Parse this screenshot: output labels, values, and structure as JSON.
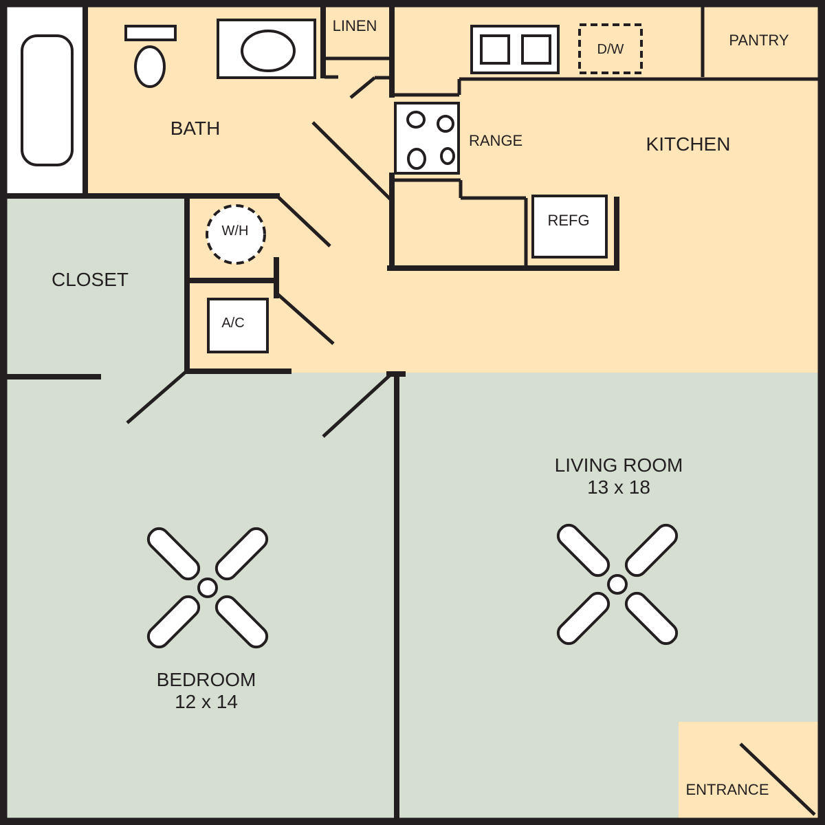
{
  "plan": {
    "colors": {
      "tan": "#FFE5B8",
      "green": "#D6DED1",
      "wall": "#231F20"
    },
    "rooms": {
      "bath": "BATH",
      "linen": "LINEN",
      "pantry": "PANTRY",
      "kitchen": "KITCHEN",
      "closet": "CLOSET",
      "living": {
        "name": "LIVING ROOM",
        "size": "13 x 18"
      },
      "bedroom": {
        "name": "BEDROOM",
        "size": "12 x 14"
      },
      "entrance": "ENTRANCE"
    },
    "fixtures": {
      "dishwasher": "D/W",
      "range": "RANGE",
      "refrigerator": "REFG",
      "water_heater": "W/H",
      "ac": "A/C"
    }
  }
}
